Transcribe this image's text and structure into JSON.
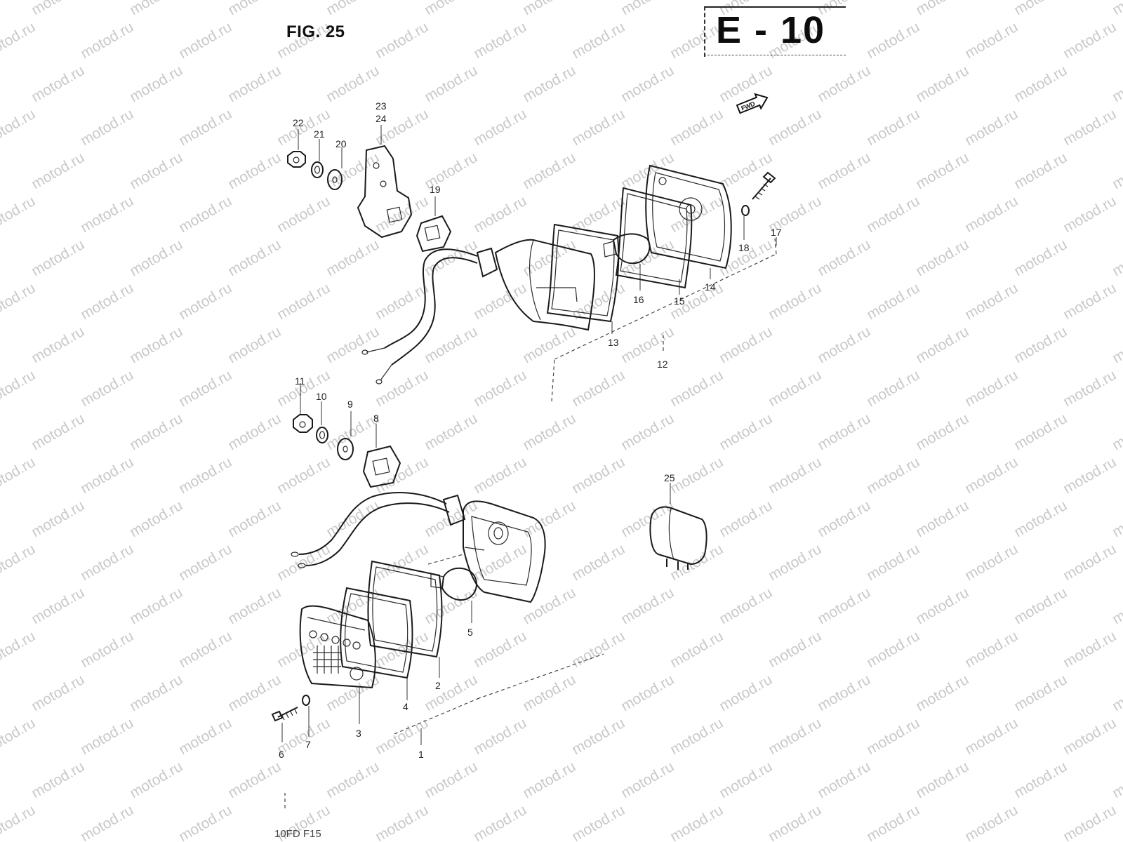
{
  "figure": {
    "title": "FIG. 25",
    "code": "E - 10",
    "footer_code": "10FD F15",
    "fwd_badge": "FWD"
  },
  "watermark": {
    "text": "motod.ru"
  },
  "callouts": [
    "1",
    "2",
    "3",
    "4",
    "5",
    "6",
    "7",
    "8",
    "9",
    "10",
    "11",
    "12",
    "13",
    "14",
    "15",
    "16",
    "17",
    "18",
    "19",
    "20",
    "21",
    "22",
    "23",
    "24",
    "25"
  ]
}
